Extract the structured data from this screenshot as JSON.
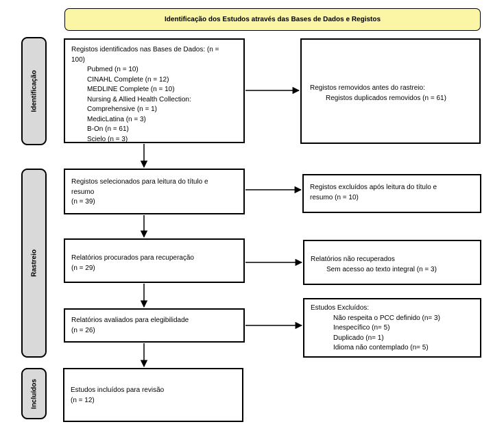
{
  "header": {
    "title": "Identificação dos Estudos através das Bases de Dados e Registos"
  },
  "phases": {
    "identification": "Identificação",
    "screening": "Rastreio",
    "included": "Incluídos"
  },
  "boxes": {
    "identified": {
      "title": "Registos identificados nas Bases de Dados: (n =",
      "title2": "100)",
      "sources": [
        "Pubmed (n = 10)",
        "CINAHL Complete (n = 12)",
        "MEDLINE Complete (n = 10)",
        "Nursing & Allied Health Collection:",
        "Comprehensive (n = 1)",
        "MedicLatina (n = 3)",
        "B-On (n = 61)",
        "Scielo (n = 3)"
      ]
    },
    "removed": {
      "title": "Registos removidos antes do rastreio:",
      "detail": "Registos duplicados removidos (n = 61)"
    },
    "selected": {
      "line1": "Registos selecionados para leitura do título e",
      "line2": "resumo",
      "count": "(n = 39)"
    },
    "excluded_title": {
      "line1": "Registos excluídos após leitura do título e",
      "line2": "resumo (n = 10)"
    },
    "sought": {
      "line1": "Relatórios procurados para recuperação",
      "count": "(n = 29)"
    },
    "not_retrieved": {
      "title": "Relatórios não recuperados",
      "detail": "Sem acesso ao texto integral (n = 3)"
    },
    "assessed": {
      "line1": "Relatórios avaliados para elegibilidade",
      "count": "(n = 26)"
    },
    "excluded_studies": {
      "title": "Estudos Excluídos:",
      "reasons": [
        "Não respeita o PCC definido (n= 3)",
        "Inespecífico (n= 5)",
        "Duplicado (n= 1)",
        "Idioma não contemplado (n= 5)"
      ]
    },
    "included": {
      "line1": "Estudos incluídos para revisão",
      "count": "(n = 12)"
    }
  }
}
